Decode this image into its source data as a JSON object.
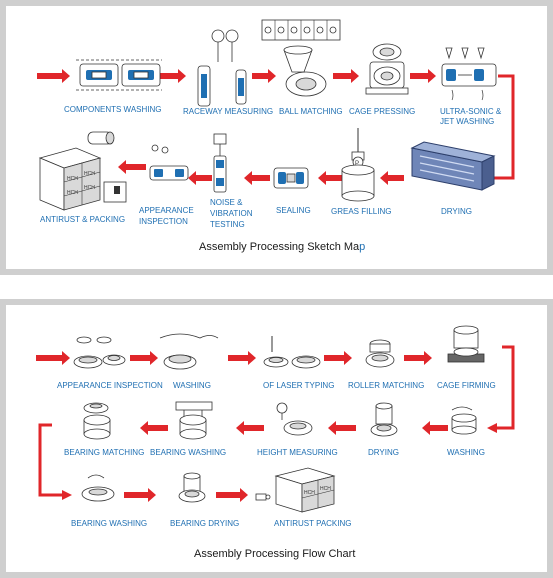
{
  "top": {
    "caption": "Assembly Processing Sketch Map",
    "caption_highlight": "p",
    "steps": [
      "COMPONENTS WASHING",
      "RACEWAY MEASURING",
      "BALL MATCHING",
      "CAGE PRESSING",
      "ULTRA-SONIC &",
      "JET WASHING",
      "DRYING",
      "GREAS FILLING",
      "SEALING",
      "NOISE &",
      "VIBRATION",
      "TESTING",
      "APPEARANCE",
      "INSPECTION",
      "ANTIRUST & PACKING"
    ]
  },
  "bottom": {
    "caption": "Assembly Processing Flow Chart",
    "steps": [
      "APPEARANCE INSPECTION",
      "WASHING",
      "OF LASER TYPING",
      "ROLLER MATCHING",
      "CAGE FIRMING",
      "BEARING MATCHING",
      "BEARING WASHING",
      "HEIGHT MEASURING",
      "DRYING",
      "WASHING",
      "BEARING WASHING",
      "BEARING DRYING",
      "ANTIRUST PACKING"
    ]
  },
  "colors": {
    "arrow": "#e0262a",
    "label": "#1f6fb2",
    "border": "#cfcfcf"
  }
}
